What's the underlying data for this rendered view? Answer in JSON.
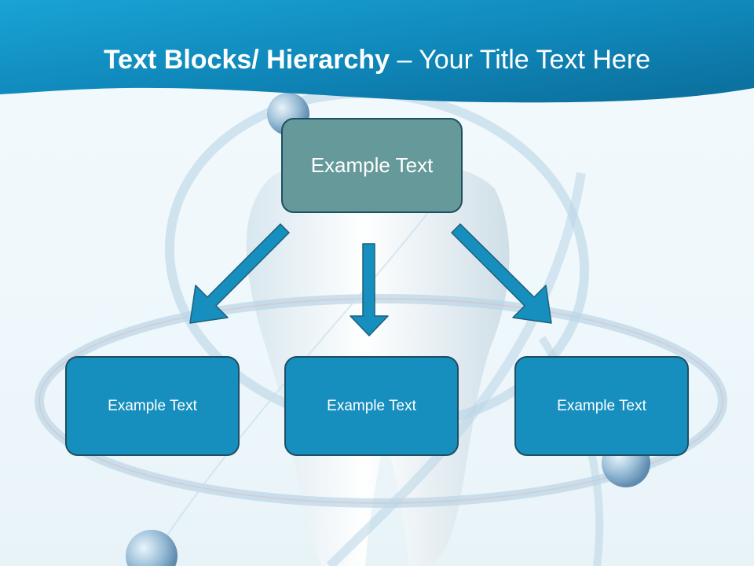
{
  "slide": {
    "title_bold": "Text Blocks/ Hierarchy",
    "title_dash": " – ",
    "title_rest": "Your Title Text Here"
  },
  "hierarchy": {
    "top": {
      "label": "Example Text"
    },
    "children": [
      {
        "label": "Example Text"
      },
      {
        "label": "Example Text"
      },
      {
        "label": "Example Text"
      }
    ]
  },
  "colors": {
    "header": "#0f8fc4",
    "top_box": "#669999",
    "child_box": "#168fbf",
    "arrow": "#168fbf",
    "border": "#1e4f63"
  }
}
